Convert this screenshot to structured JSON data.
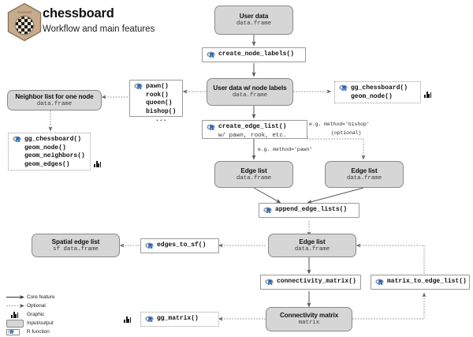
{
  "header": {
    "title": "chessboard",
    "subtitle": "Workflow and main features",
    "logo_text": "chessboard",
    "logo_name": "chessboard-hex-logo",
    "hex_fill": "#c6ab8d",
    "hex_stroke": "#8d7256"
  },
  "colors": {
    "io_fill": "#d6d6d6",
    "io_stroke": "#8a8a8a",
    "fn_fill": "#ffffff",
    "fn_stroke": "#9a9a9a",
    "core_arrow": "#555555",
    "optional_arrow": "#9a9a9a",
    "r_blue": "#2266bb"
  },
  "nodes": {
    "user_data": {
      "title": "User data",
      "subtitle": "data.frame"
    },
    "create_node_labels": {
      "label": "create_node_labels()"
    },
    "user_data_labels": {
      "title": "User data w/ node labels",
      "subtitle": "data.frame"
    },
    "gg_chessboard_node": {
      "line1": "gg_chessboard()",
      "line2": "geom_node()"
    },
    "pieces": {
      "line1": "pawn()",
      "line2": "rook()",
      "line3": "queen()",
      "line4": "bishop()",
      "line5": "..."
    },
    "neighbor_list": {
      "title": "Neighbor list for one node",
      "subtitle": "data.frame"
    },
    "gg_chessboard_neighbors": {
      "line1": "gg_chessboard()",
      "line2": "geom_node()",
      "line3": "geom_neighbors()",
      "line4": "geom_edges()"
    },
    "create_edge_list": {
      "label": "create_edge_list()",
      "sub": "w/ pawn, rook, etc."
    },
    "edge_list_pawn": {
      "title": "Edge list",
      "subtitle": "data.frame"
    },
    "edge_list_bishop": {
      "title": "Edge list",
      "subtitle": "data.frame"
    },
    "append_edge_lists": {
      "label": "append_edge_lists()"
    },
    "edge_list_main": {
      "title": "Edge list",
      "subtitle": "data.frame"
    },
    "edges_to_sf": {
      "label": "edges_to_sf()"
    },
    "spatial_edge_list": {
      "title": "Spatial edge list",
      "subtitle": "sf data.frame"
    },
    "connectivity_matrix_fn": {
      "label": "connectivity_matrix()"
    },
    "matrix_to_edge_list": {
      "label": "matrix_to_edge_list()"
    },
    "connectivity_matrix": {
      "title": "Connectivity matrix",
      "subtitle": "matrix"
    },
    "gg_matrix": {
      "label": "gg_matrix()"
    }
  },
  "annotations": {
    "method_pawn": "e.g. method='pawn'",
    "method_bishop": "e.g. method='bishop'",
    "optional": "(optional)"
  },
  "legend": {
    "items": [
      {
        "key": "core-feature-arrow",
        "label": "Core feature"
      },
      {
        "key": "optional-arrow",
        "label": "Optional"
      },
      {
        "key": "graphic-icon",
        "label": "Graphic"
      },
      {
        "key": "input-output-swatch",
        "label": "Input/output"
      },
      {
        "key": "r-function-swatch",
        "label": "R function"
      }
    ]
  }
}
